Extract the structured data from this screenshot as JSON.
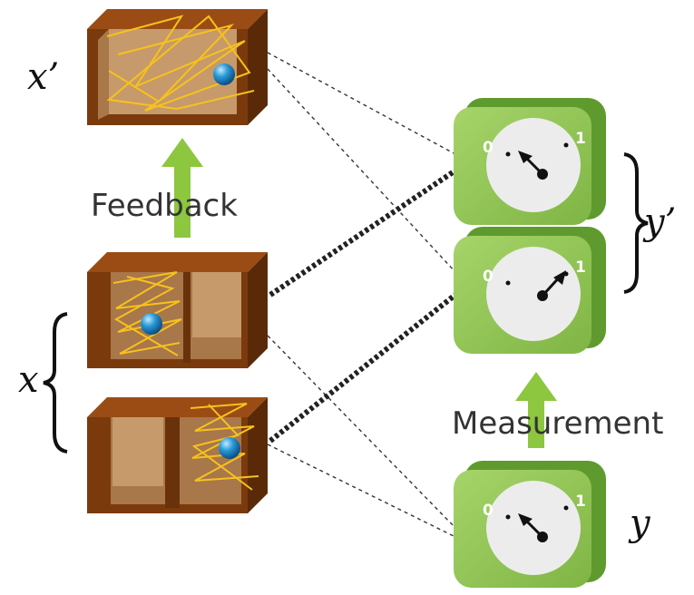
{
  "labels": {
    "x_prime": "x’",
    "x": "x",
    "y_prime": "y’",
    "y": "y",
    "feedback": "Feedback",
    "measurement": "Measurement"
  },
  "meters": {
    "scale_min": "0",
    "scale_max": "1"
  },
  "colors": {
    "box_wood": "#7a3a0c",
    "box_interior": "#a8774a",
    "box_back": "#c69a6a",
    "meter_green": "#8cc152",
    "meter_green_dark": "#5f9a2e",
    "dial_face": "#ececec",
    "arrow_green": "#8dc63f",
    "trajectory": "#f6c21c",
    "particle": "#1e7fc4",
    "connector": "#222222"
  }
}
